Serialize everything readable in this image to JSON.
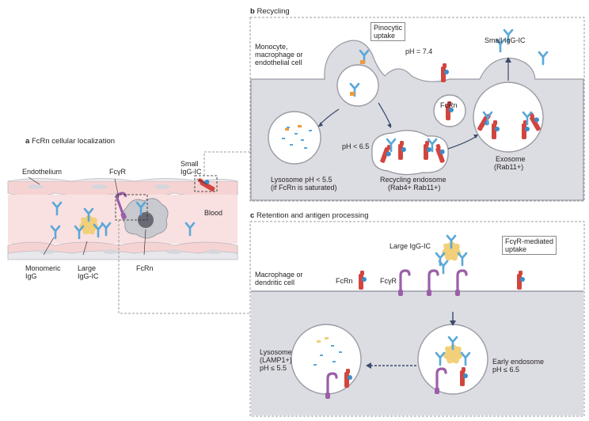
{
  "panels": {
    "a": {
      "letter": "a",
      "title": "FcRn cellular localization"
    },
    "b": {
      "letter": "b",
      "title": "Recycling"
    },
    "c": {
      "letter": "c",
      "title": "Retention and antigen processing"
    }
  },
  "panel_a": {
    "endothelium": "Endothelium",
    "fcyr": "FcγR",
    "small_ic_1": "Small",
    "small_ic_2": "IgG-IC",
    "blood": "Blood",
    "monomeric_1": "Monomeric",
    "monomeric_2": "IgG",
    "large_1": "Large",
    "large_2": "IgG-IC",
    "fcrn": "FcRn"
  },
  "panel_b": {
    "cell_1": "Monocyte,",
    "cell_2": "macrophage or",
    "cell_3": "endothelial cell",
    "pinocytic_1": "Pinocytic",
    "pinocytic_2": "uptake",
    "ph_outside": "pH = 7.4",
    "small_ic": "Small IgG-IC",
    "fcrn": "FcRn",
    "ph_inside": "pH < 6.5",
    "lyso_1": "Lysosome pH < 5.5",
    "lyso_2": "(if FcRn is saturated)",
    "recyc_1": "Recycling endosome",
    "recyc_2": "(Rab4+ Rab11+)",
    "exo_1": "Exosome",
    "exo_2": "(Rab11+)"
  },
  "panel_c": {
    "large_ic": "Large IgG-IC",
    "fcyr_uptake_1": "FcγR-mediated",
    "fcyr_uptake_2": "uptake",
    "cell_1": "Macrophage or",
    "cell_2": "dendritic cell",
    "fcrn": "FcRn",
    "fcyr": "FcγR",
    "lyso_1": "Lysosome",
    "lyso_2": "(LAMP1+)",
    "lyso_3": "pH ≤ 5.5",
    "early_1": "Early endosome",
    "early_2": "pH ≤ 6.5"
  },
  "colors": {
    "cell": "#dcdde3",
    "membrane": "#9a9ba3",
    "endothelium": "#f6d3d3",
    "fcrn": "#d2453f",
    "fcyr": "#9b5ea8",
    "igg": "#5aa8d8",
    "antigen": "#f2cf7a",
    "orange": "#f29a3a"
  }
}
